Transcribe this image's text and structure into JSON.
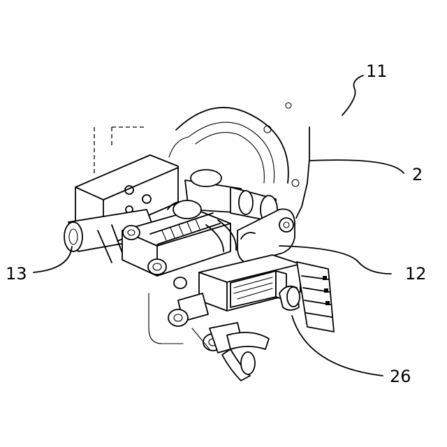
{
  "labels": {
    "ref_11": "11",
    "ref_2": "2",
    "ref_12": "12",
    "ref_13": "13",
    "ref_26": "26"
  },
  "colors": {
    "line": "#000000",
    "background": "#ffffff"
  }
}
